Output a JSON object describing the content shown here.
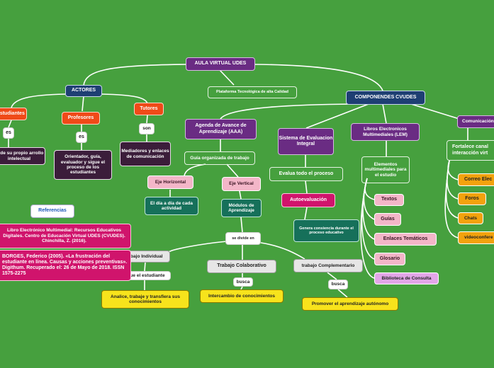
{
  "nodes": {
    "root": "AULA VIRTUAL UDES",
    "actores": "ACTORES",
    "plataforma": "Plataforma Tecnológica de alta Calidad",
    "componentes": "COMPONENDES CVUDES",
    "estudiantes": "Estudiantes",
    "es1": "es",
    "estudiantes_desc": "te de su propio arrollo intelectual",
    "profesores": "Profesores",
    "es2": "es",
    "profesores_desc": "Orientador, guía, evaluador y sigue el proceso de los estudiantes",
    "tutores": "Tutores",
    "son": "son",
    "tutores_desc": "Mediadores y enlaces de comunicación",
    "agenda": "Agenda de Avance de Aprendizaje (AAA)",
    "guia": "Guía organizada de trabajo",
    "eje_h": "Eje Horizontal",
    "eje_h_desc": "El día a día de cada actividad",
    "eje_v": "Eje Vertical",
    "modulos": "Módulos de Aprendizaje",
    "se_divide": "se divide en",
    "sistema": "Sistema de Evaluacion Integral",
    "evalua": "Evalua todo el proceso",
    "autoeval": "Autoevaluación",
    "genera": "Genera consiencia durante el proceso educativo",
    "libros": "Libros Electronicos Multimediales (LEM)",
    "elementos": "Elementos multimediales para el estudio",
    "textos": "Textos",
    "guias": "Guías",
    "enlaces": "Enlaces Temáticos",
    "glosario": "Glosario",
    "biblioteca": "Biblioteca de Consulta",
    "comunicacion": "Comunicación",
    "fortalece": "Fortalece canal interacción virt",
    "correo": "Correo Elec",
    "foros": "Foros",
    "chats": "Chats",
    "video": "videoconfere",
    "referencias": "Referencias",
    "ref1": "Libro Electrónico Multimedial: Recursos Educativos Digitales. Centro de Educación Virtual UDES (CVUDES). Chinchilla, Z. (2016).",
    "ref2": "BORGES, Federico (2005). «La frustración del estudiante en línea. Causas y acciones preventivas». Digithum. Recuperado el: 26 de Mayo de 2018. ISSN 1575-2275",
    "trabajo_ind": "abajo Individual",
    "que_est": "ue el estudiante",
    "analice": "Analice, trabaje y transfiera sus conocimientos",
    "trabajo_col": "Trabajo Colaborativo",
    "busca1": "busca",
    "intercambio": "Intercambio de conocimientos",
    "trabajo_comp": "trabajo Complementario",
    "busca2": "busca",
    "promover": "Promover el aprendizaje autónomo"
  },
  "colors": {
    "background": "#46a03e",
    "purple": "#6a2c83",
    "navy": "#1e3f73",
    "orange": "#f04a18",
    "teal": "#16705a",
    "yellow": "#f7e31c",
    "magenta": "#d0146c"
  }
}
